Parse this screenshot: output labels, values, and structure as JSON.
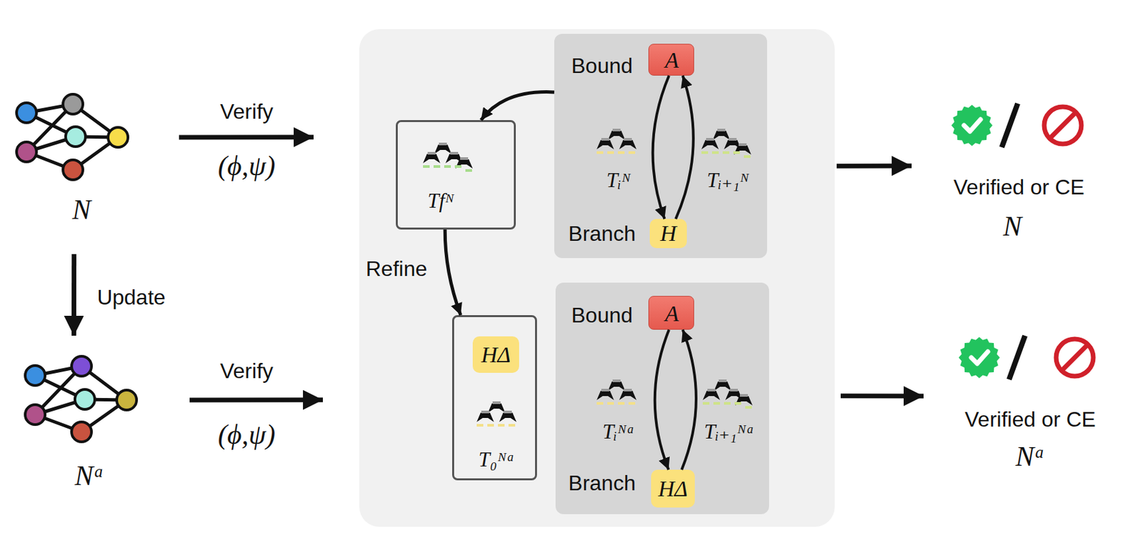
{
  "diagram": {
    "nodes": [
      {
        "text": [
          "N"
        ]
      },
      {
        "text": []
      },
      {
        "text": [
          "Tfᴺ"
        ],
        "in": 1
      },
      {
        "text": [
          "Bound",
          "Branch",
          "Tᵢᴺ",
          "Tᵢ₊₁ᴺ"
        ],
        "in": 1
      },
      {
        "text": [
          "A"
        ],
        "in": 3
      },
      {
        "text": [
          "H"
        ],
        "in": 3
      },
      {
        "text": [
          "Verified or CE",
          "N"
        ]
      },
      {
        "text": [
          "Nᵃ"
        ]
      },
      {
        "text": [
          "T₀ᴺᵃ"
        ],
        "in": 1
      },
      {
        "text": [
          "HΔ"
        ],
        "in": 8
      },
      {
        "text": [
          "Bound",
          "Branch",
          "Tᵢᴺᵃ",
          "Tᵢ₊₁ᴺᵃ"
        ],
        "in": 1
      },
      {
        "text": [
          "A"
        ],
        "in": 10
      },
      {
        "text": [
          "HΔ"
        ],
        "in": 10
      },
      {
        "text": [
          "Verified or CE",
          "Nᵃ"
        ]
      }
    ],
    "edges": [
      {
        "from": 0,
        "to": 1,
        "arrow": "to",
        "label": "Verify"
      },
      {
        "from": 7,
        "to": 1,
        "arrow": "to",
        "label": "Verify"
      },
      {
        "from": 0,
        "to": 7,
        "arrow": "to",
        "label": "Update"
      },
      {
        "from": 3,
        "to": 2,
        "arrow": "to"
      },
      {
        "from": 2,
        "to": 8,
        "arrow": "to",
        "label": "Refine"
      },
      {
        "from": 4,
        "to": 5,
        "arrow": "to"
      },
      {
        "from": 5,
        "to": 4,
        "arrow": "to"
      },
      {
        "from": 11,
        "to": 12,
        "arrow": "to"
      },
      {
        "from": 12,
        "to": 11,
        "arrow": "to"
      },
      {
        "from": 1,
        "to": 6,
        "arrow": "to"
      },
      {
        "from": 1,
        "to": 13,
        "arrow": "to"
      }
    ],
    "labels": [
      "(ϕ,ψ)",
      "(ϕ,ψ)"
    ]
  }
}
